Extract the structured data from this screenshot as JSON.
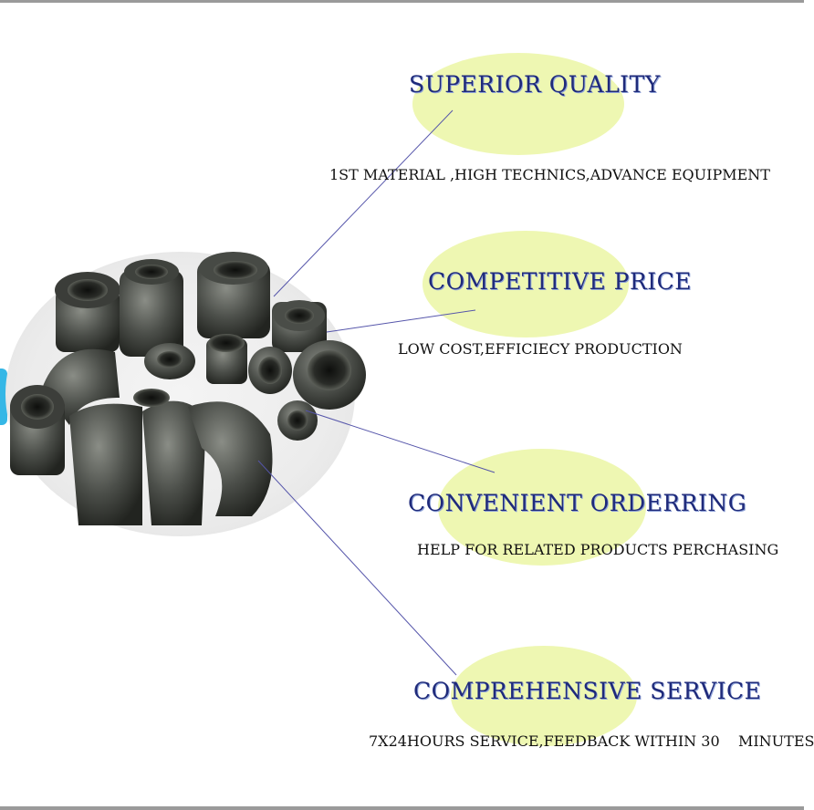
{
  "features": [
    {
      "title": "SUPERIOR QUALITY",
      "description": "1ST MATERIAL ,HIGH TECHNICS,ADVANCE EQUIPMENT"
    },
    {
      "title": "COMPETITIVE PRICE",
      "description": "LOW COST,EFFICIECY PRODUCTION"
    },
    {
      "title": "CONVENIENT ORDERRING",
      "description": "HELP FOR RELATED PRODUCTS PERCHASING"
    },
    {
      "title": "COMPREHENSIVE SERVICE",
      "description": "7X24HOURS SERVICE,FEEDBACK WITHIN 30    MINUTES"
    }
  ],
  "colors": {
    "title": "#1f2a7a",
    "highlight": "#eef7b2",
    "line": "#5555aa",
    "border": "#9a9a9a"
  },
  "image": {
    "subject": "black malleable iron pipe fittings"
  }
}
